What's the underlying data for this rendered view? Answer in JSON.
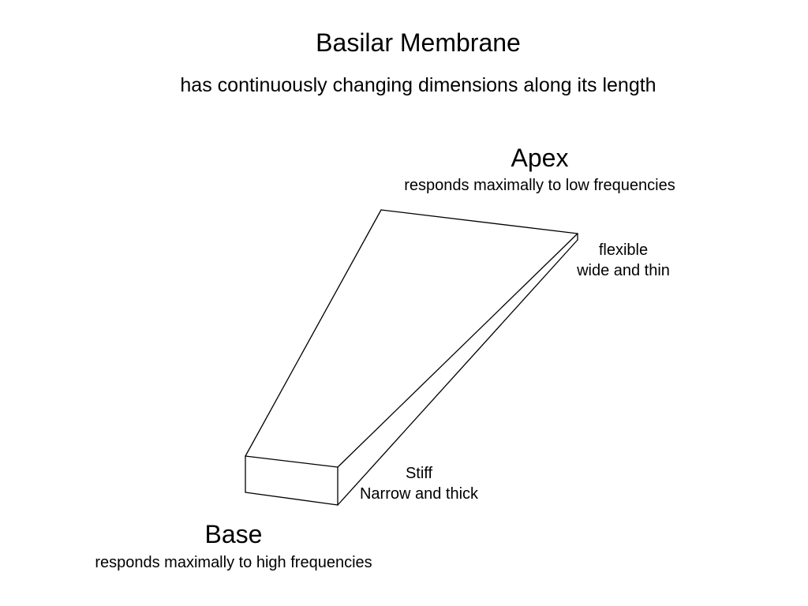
{
  "title": "Basilar Membrane",
  "subtitle": "has continuously changing dimensions along its length",
  "apex": {
    "label": "Apex",
    "response": "responds maximally to low frequencies",
    "property_line1": "flexible",
    "property_line2": "wide and thin"
  },
  "base": {
    "label": "Base",
    "response": "responds maximally to high frequencies",
    "property_line1": "Stiff",
    "property_line2": "Narrow and thick"
  }
}
